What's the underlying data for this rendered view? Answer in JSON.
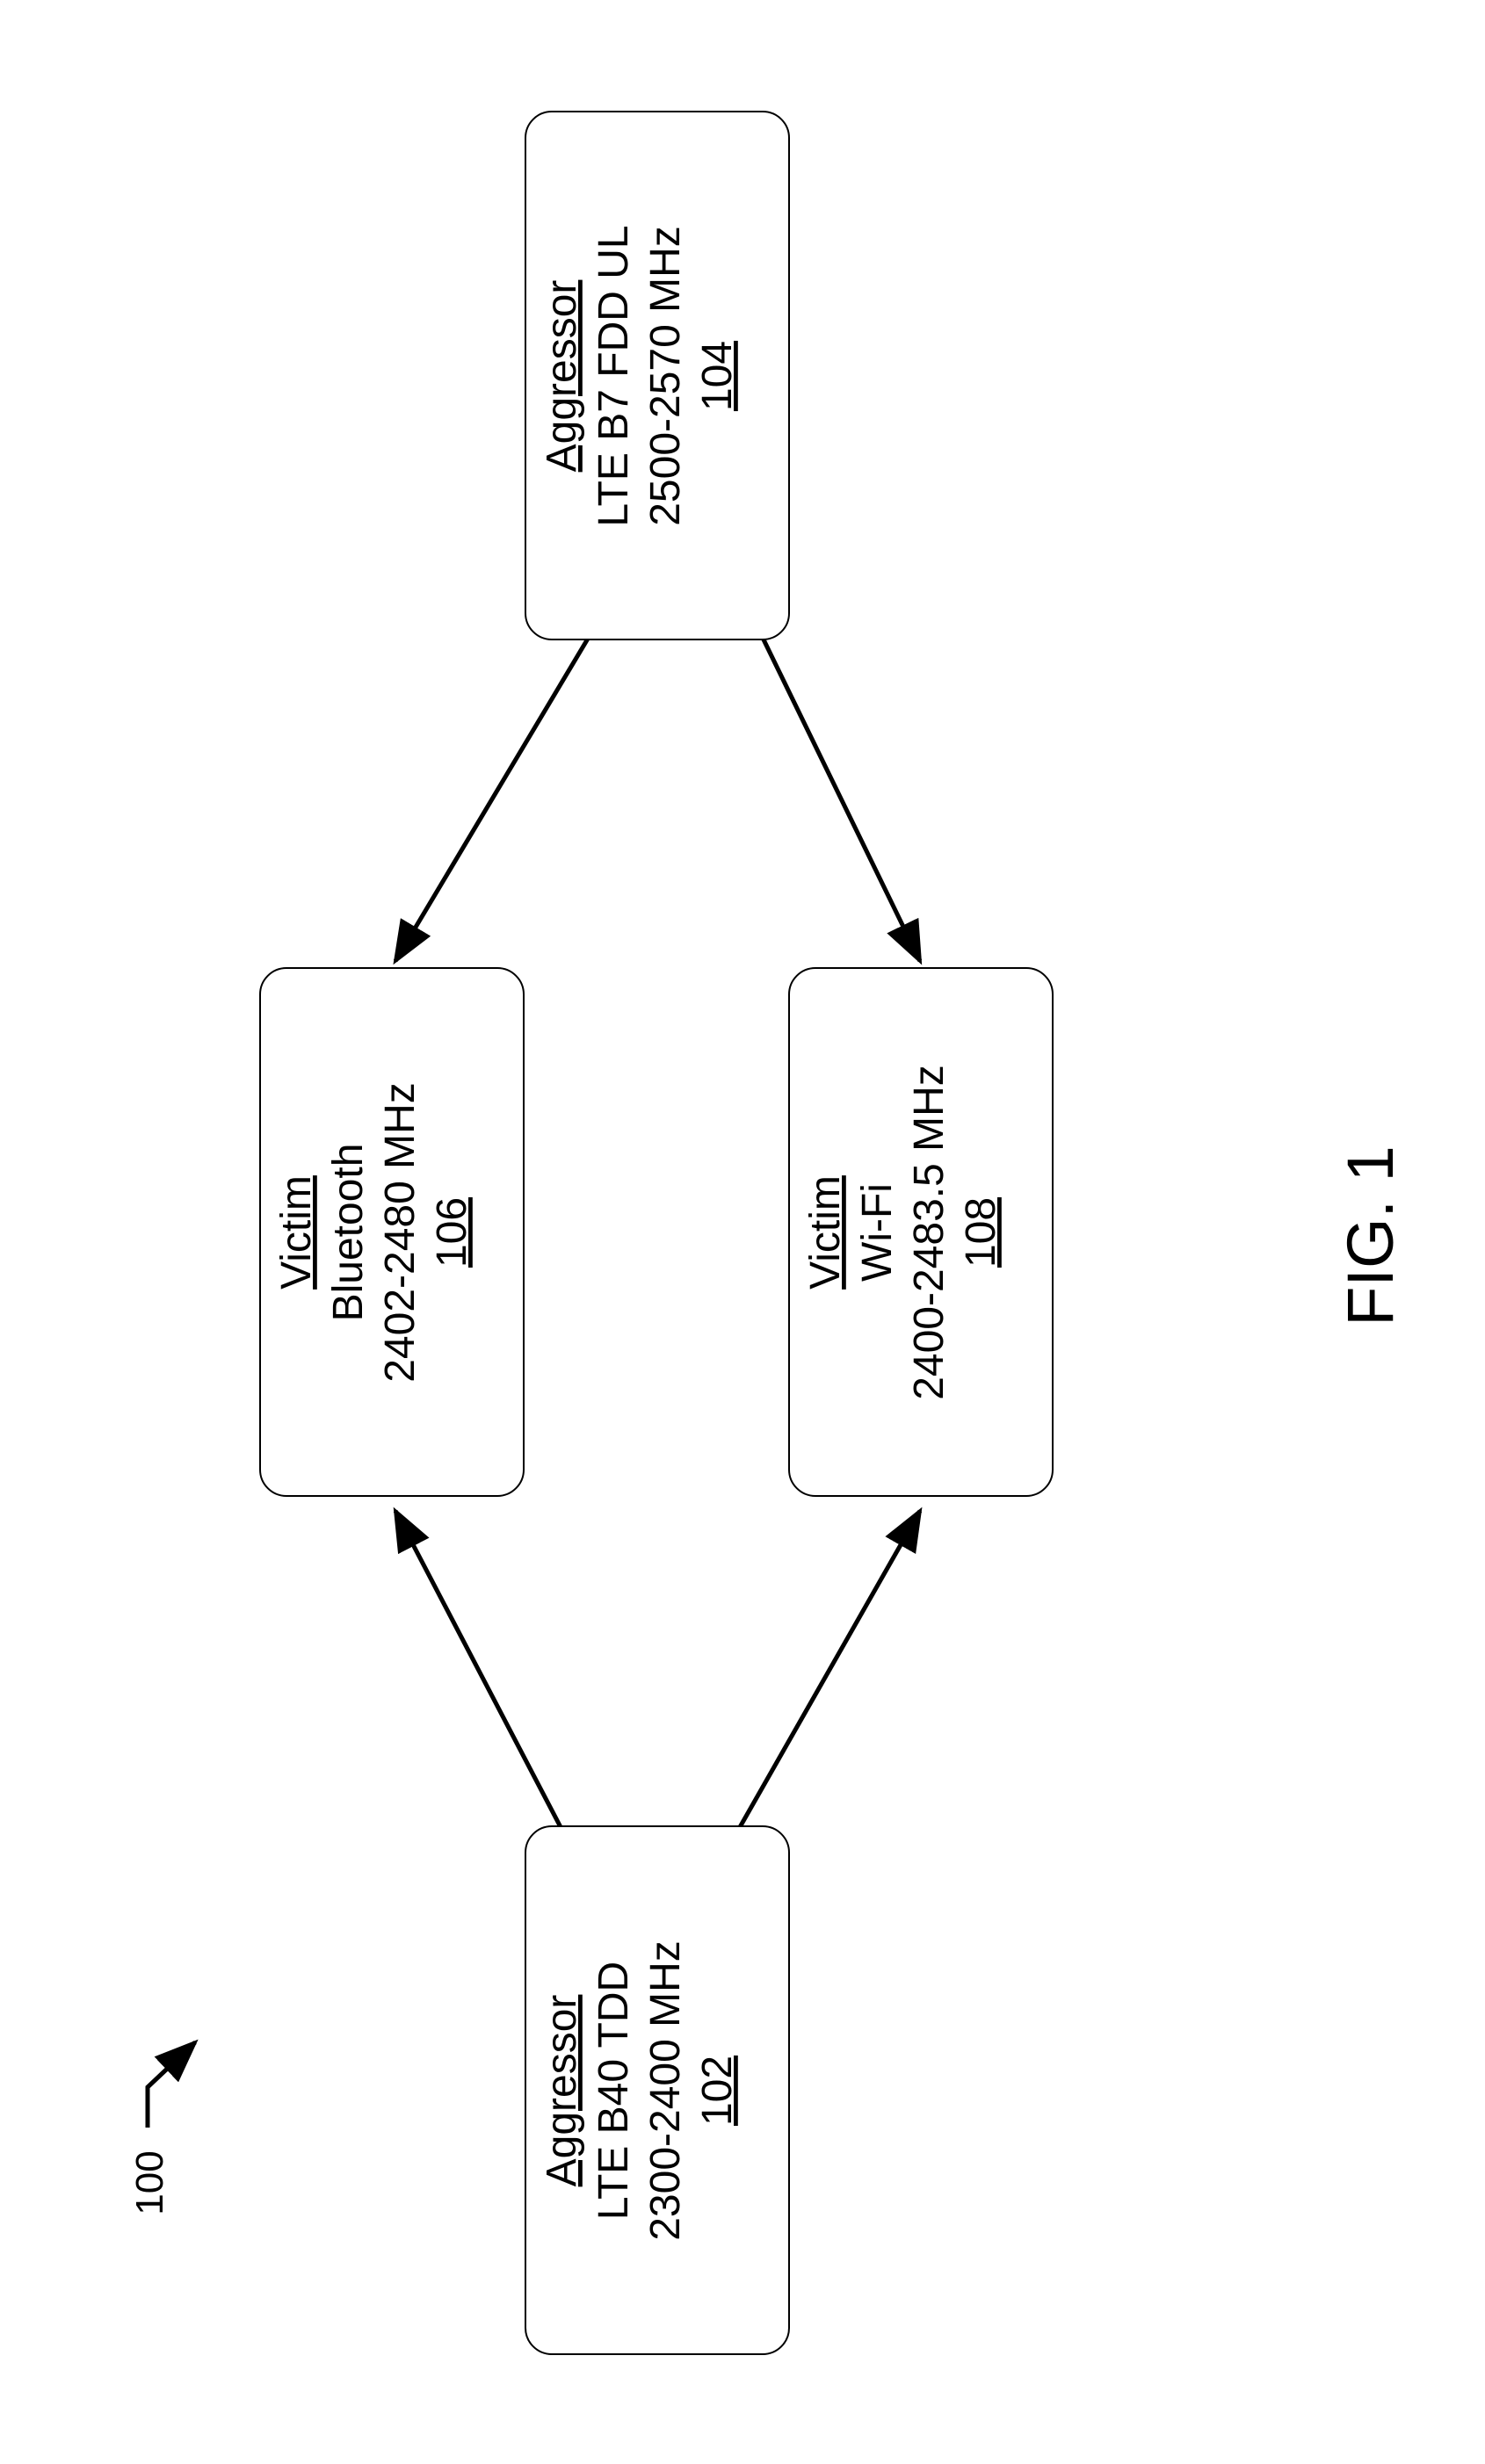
{
  "figure": {
    "ref_label": "100",
    "caption": "FIG. 1"
  },
  "boxes": {
    "b102": {
      "role": "Aggressor",
      "tech": "LTE B40 TDD",
      "band": "2300-2400 MHz",
      "ref": "102"
    },
    "b104": {
      "role": "Aggressor",
      "tech": "LTE B7 FDD UL",
      "band": "2500-2570 MHz",
      "ref": "104"
    },
    "b106": {
      "role": "Victim",
      "tech": "Bluetooth",
      "band": "2402-2480 MHz",
      "ref": "106"
    },
    "b108": {
      "role": "Victim",
      "tech": "Wi-Fi",
      "band": "2400-2483.5 MHz",
      "ref": "108"
    }
  },
  "connections": [
    {
      "from": "102",
      "to": "106"
    },
    {
      "from": "102",
      "to": "108"
    },
    {
      "from": "104",
      "to": "106"
    },
    {
      "from": "104",
      "to": "108"
    }
  ]
}
